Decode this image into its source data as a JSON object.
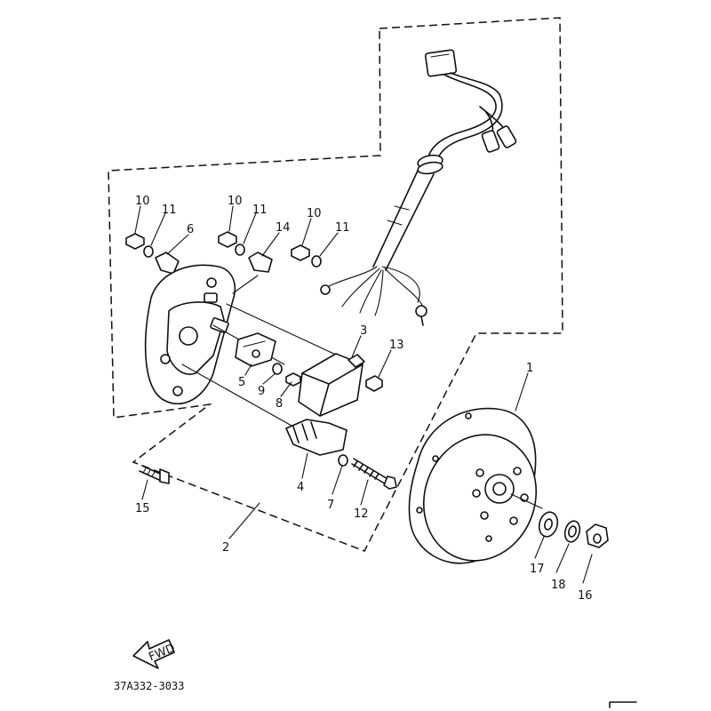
{
  "diagram": {
    "part_numbers": [
      "1",
      "2",
      "3",
      "4",
      "5",
      "6",
      "7",
      "8",
      "9",
      "10",
      "11",
      "12",
      "13",
      "14",
      "15",
      "16",
      "17",
      "18"
    ],
    "callouts": [
      {
        "id": "c10a",
        "text": "10"
      },
      {
        "id": "c11a",
        "text": "11"
      },
      {
        "id": "c6",
        "text": "6"
      },
      {
        "id": "c10b",
        "text": "10"
      },
      {
        "id": "c11b",
        "text": "11"
      },
      {
        "id": "c14",
        "text": "14"
      },
      {
        "id": "c10c",
        "text": "10"
      },
      {
        "id": "c11c",
        "text": "11"
      },
      {
        "id": "c3",
        "text": "3"
      },
      {
        "id": "c13",
        "text": "13"
      },
      {
        "id": "c5",
        "text": "5"
      },
      {
        "id": "c9",
        "text": "9"
      },
      {
        "id": "c8",
        "text": "8"
      },
      {
        "id": "c1",
        "text": "1"
      },
      {
        "id": "c4",
        "text": "4"
      },
      {
        "id": "c7",
        "text": "7"
      },
      {
        "id": "c12",
        "text": "12"
      },
      {
        "id": "c15",
        "text": "15"
      },
      {
        "id": "c2",
        "text": "2"
      },
      {
        "id": "c17",
        "text": "17"
      },
      {
        "id": "c18",
        "text": "18"
      },
      {
        "id": "c16",
        "text": "16"
      }
    ],
    "fwd_label": "FWD",
    "drawing_code": "37A332-3033"
  }
}
